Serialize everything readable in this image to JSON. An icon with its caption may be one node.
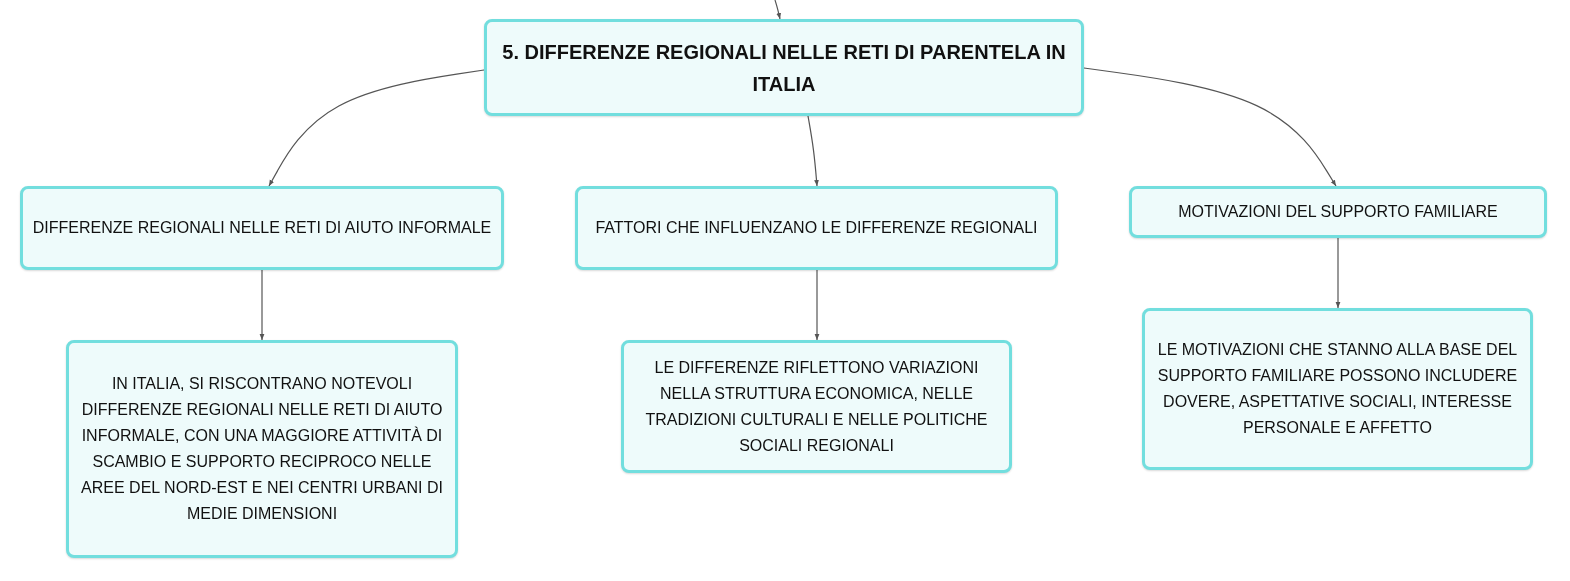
{
  "diagram": {
    "nodes": [
      {
        "text": [
          "5. DIFFERENZE REGIONALI NELLE RETI DI PARENTELA IN ITALIA"
        ]
      },
      {
        "text": [
          "DIFFERENZE REGIONALI NELLE RETI DI AIUTO INFORMALE"
        ]
      },
      {
        "text": [
          "FATTORI CHE INFLUENZANO LE DIFFERENZE REGIONALI"
        ]
      },
      {
        "text": [
          "MOTIVAZIONI DEL SUPPORTO FAMILIARE"
        ]
      },
      {
        "text": [
          "IN ITALIA, SI RISCONTRANO NOTEVOLI DIFFERENZE REGIONALI NELLE RETI DI AIUTO INFORMALE, CON UNA MAGGIORE ATTIVITÀ DI SCAMBIO E SUPPORTO RECIPROCO NELLE AREE DEL NORD-EST E NEI CENTRI URBANI DI MEDIE DIMENSIONI"
        ]
      },
      {
        "text": [
          "LE DIFFERENZE RIFLETTONO VARIAZIONI NELLA STRUTTURA ECONOMICA, NELLE TRADIZIONI CULTURALI E NELLE POLITICHE SOCIALI REGIONALI"
        ]
      },
      {
        "text": [
          "LE MOTIVAZIONI CHE STANNO ALLA BASE DEL SUPPORTO FAMILIARE POSSONO INCLUDERE DOVERE, ASPETTATIVE SOCIALI, INTERESSE PERSONALE E AFFETTO"
        ]
      }
    ],
    "edges": [
      {
        "from": null,
        "to": 0,
        "arrow": "to"
      },
      {
        "from": 0,
        "to": 1,
        "arrow": "to"
      },
      {
        "from": 0,
        "to": 2,
        "arrow": "to"
      },
      {
        "from": 0,
        "to": 3,
        "arrow": "to"
      },
      {
        "from": 1,
        "to": 4,
        "arrow": "to"
      },
      {
        "from": 2,
        "to": 5,
        "arrow": "to"
      },
      {
        "from": 3,
        "to": 6,
        "arrow": "to"
      }
    ]
  }
}
